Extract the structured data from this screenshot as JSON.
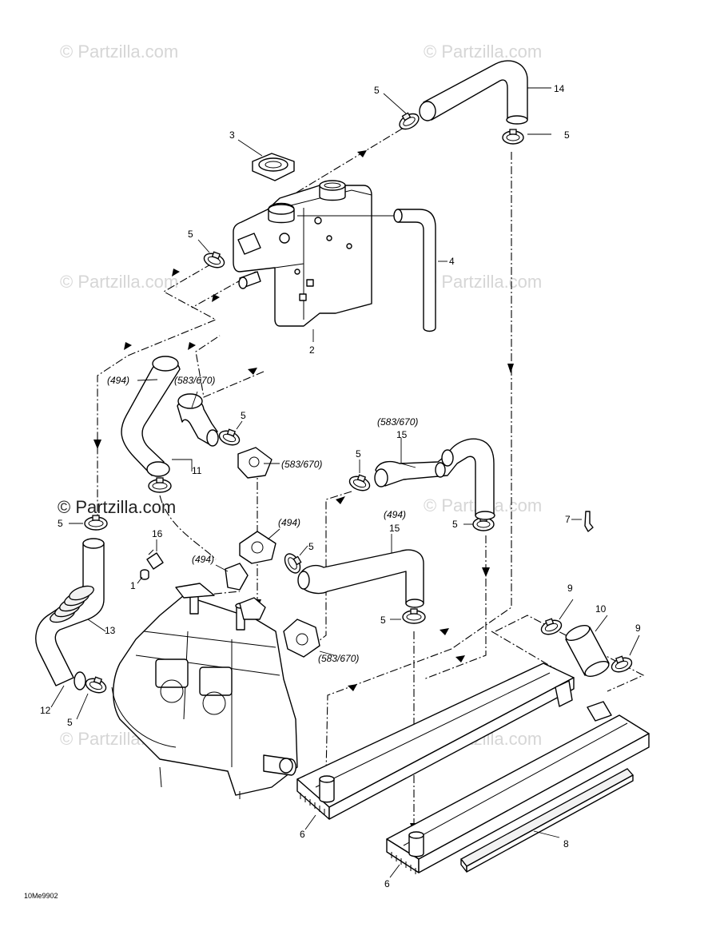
{
  "watermarks": {
    "light": "© Partzilla.com",
    "strong": "© Partzilla.com"
  },
  "drawing_code": "10Me9902",
  "callouts": {
    "c1": "1",
    "c2": "2",
    "c3": "3",
    "c4": "4",
    "c5": "5",
    "c6": "6",
    "c7": "7",
    "c8": "8",
    "c9": "9",
    "c10": "10",
    "c11": "11",
    "c12": "12",
    "c13": "13",
    "c14": "14",
    "c15": "15",
    "c16": "16"
  },
  "variants": {
    "v494": "(494)",
    "v583": "(583/670)"
  },
  "colors": {
    "line": "#000000",
    "watermark": "#d6d6d6"
  }
}
